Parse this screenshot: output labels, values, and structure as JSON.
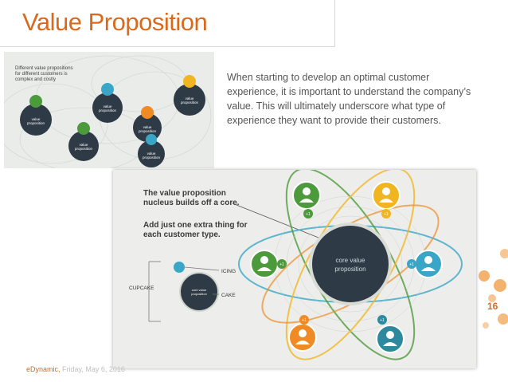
{
  "slide": {
    "title": "Value Proposition",
    "description": "When starting to develop an optimal customer experience, it is important to understand the company’s value.  This will ultimately underscore what type of experience they want to provide their customers.",
    "page_number": "16",
    "footer_brand": "eDynamic,",
    "footer_date": " Friday, May 6, 2016"
  },
  "diagram_small": {
    "caption": "Different value propositions for different customers is complex and costly",
    "nodes": [
      "value proposition",
      "value proposition",
      "value proposition",
      "value proposition",
      "value proposition",
      "value proposition"
    ]
  },
  "diagram_large": {
    "note_1": "The value proposition nucleus builds off a core.",
    "note_2": "Add just one extra thing for each customer type.",
    "core_label": "core value proposition",
    "mini_core_label": "core value proposition",
    "cupcake_label": "CUPCAKE",
    "icing_label": "ICING",
    "cake_label": "CAKE",
    "plus_label": "+1"
  },
  "colors": {
    "title": "#d86a1e",
    "green": "#4c9a3c",
    "yellow": "#f2b522",
    "teal": "#3aa6c7",
    "orange": "#f08a24",
    "core": "#2e3a46"
  }
}
